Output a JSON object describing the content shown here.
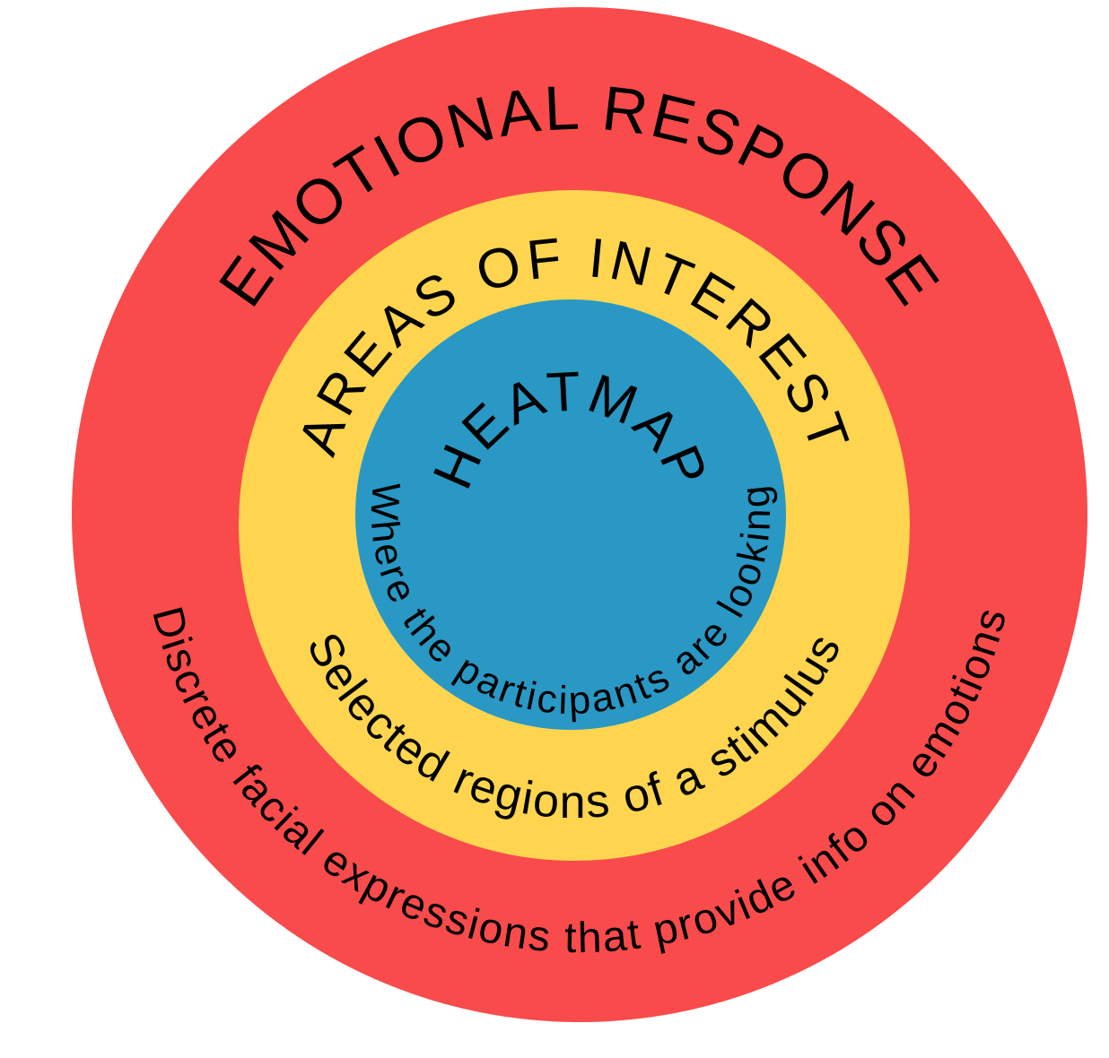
{
  "diagram": {
    "background_color": "#ffffff",
    "text_color": "#000000",
    "rings": [
      {
        "id": "emotional-response",
        "color": "#F94B4B",
        "title": "EMOTIONAL RESPONSE",
        "description": "Discrete facial expressions that provide info on emotions"
      },
      {
        "id": "areas-of-interest",
        "color": "#FFD54F",
        "title": "AREAS OF INTEREST",
        "description": "Selected regions of a stimulus"
      },
      {
        "id": "heatmap",
        "color": "#2998C5",
        "title": "HEATMAP",
        "description": "Where the participants are looking"
      }
    ]
  }
}
